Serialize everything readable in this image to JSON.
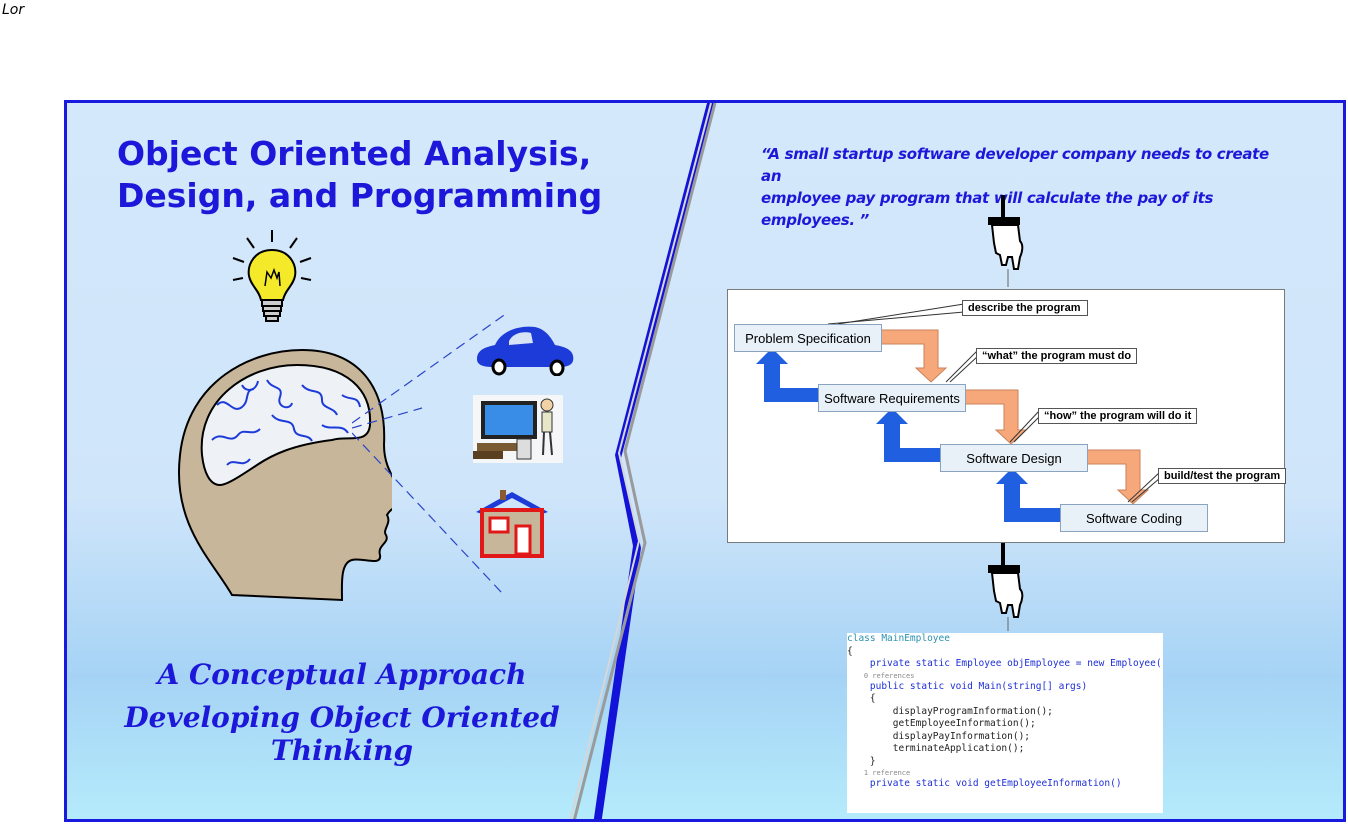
{
  "corner_text": "Lor",
  "title": {
    "line1": "Object Oriented Analysis,",
    "line2": "Design, and Programming"
  },
  "subtitle": {
    "line1": "A Conceptual Approach",
    "line2": "Developing Object Oriented Thinking"
  },
  "quote": {
    "line1": "“A small startup software developer company needs to create an",
    "line2": "employee pay program that will calculate the pay of its employees. ”"
  },
  "diagram": {
    "steps": [
      "Problem Specification",
      "Software Requirements",
      "Software Design",
      "Software Coding"
    ],
    "callouts": [
      "describe the program",
      "“what” the program must do",
      "“how” the program will do it",
      "build/test the program"
    ]
  },
  "code": {
    "lines": [
      "class MainEmployee",
      "{",
      "    private static Employee objEmployee = new Employee();",
      "    0 references",
      "    public static void Main(string[] args)",
      "    {",
      "        displayProgramInformation();",
      "        getEmployeeInformation();",
      "        displayPayInformation();",
      "        terminateApplication();",
      "",
      "    }",
      "    1 reference",
      "    private static void getEmployeeInformation()"
    ]
  },
  "colors": {
    "title_blue": "#1d18d9",
    "border_blue": "#1a1adf",
    "arrow_blue": "#1f5fe0",
    "arrow_orange": "#f6a87a"
  },
  "icons": [
    "light-bulb-icon",
    "head-with-brain-icon",
    "car-icon",
    "computer-person-icon",
    "house-icon",
    "pointing-hand-icon"
  ]
}
